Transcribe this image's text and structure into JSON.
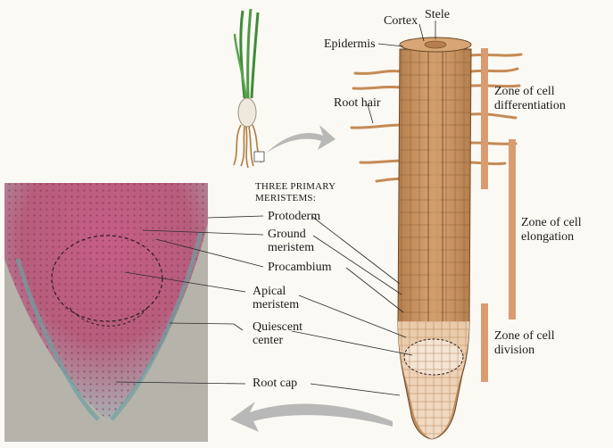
{
  "labels": {
    "cortex": "Cortex",
    "stele": "Stele",
    "epidermis": "Epidermis",
    "root_hair": "Root hair",
    "primary_heading_1": "THREE PRIMARY",
    "primary_heading_2": "MERISTEMS:",
    "protoderm": "Protoderm",
    "ground_1": "Ground",
    "ground_2": "meristem",
    "procambium": "Procambium",
    "apical_1": "Apical",
    "apical_2": "meristem",
    "quiescent_1": "Quiescent",
    "quiescent_2": "center",
    "root_cap": "Root cap"
  },
  "zones": {
    "differentiation_1": "Zone of cell",
    "differentiation_2": "differentiation",
    "elongation_1": "Zone of cell",
    "elongation_2": "elongation",
    "division_1": "Zone of cell",
    "division_2": "division"
  },
  "colors": {
    "root_tan": "#c9915c",
    "root_outline": "#6a4a2a",
    "zone_bar": "#d99c72",
    "arrow_gray": "#b8b8b8",
    "micro_pink": "#b85a78",
    "micro_teal": "#7fa6a8",
    "plant_green": "#3f8a3a"
  }
}
